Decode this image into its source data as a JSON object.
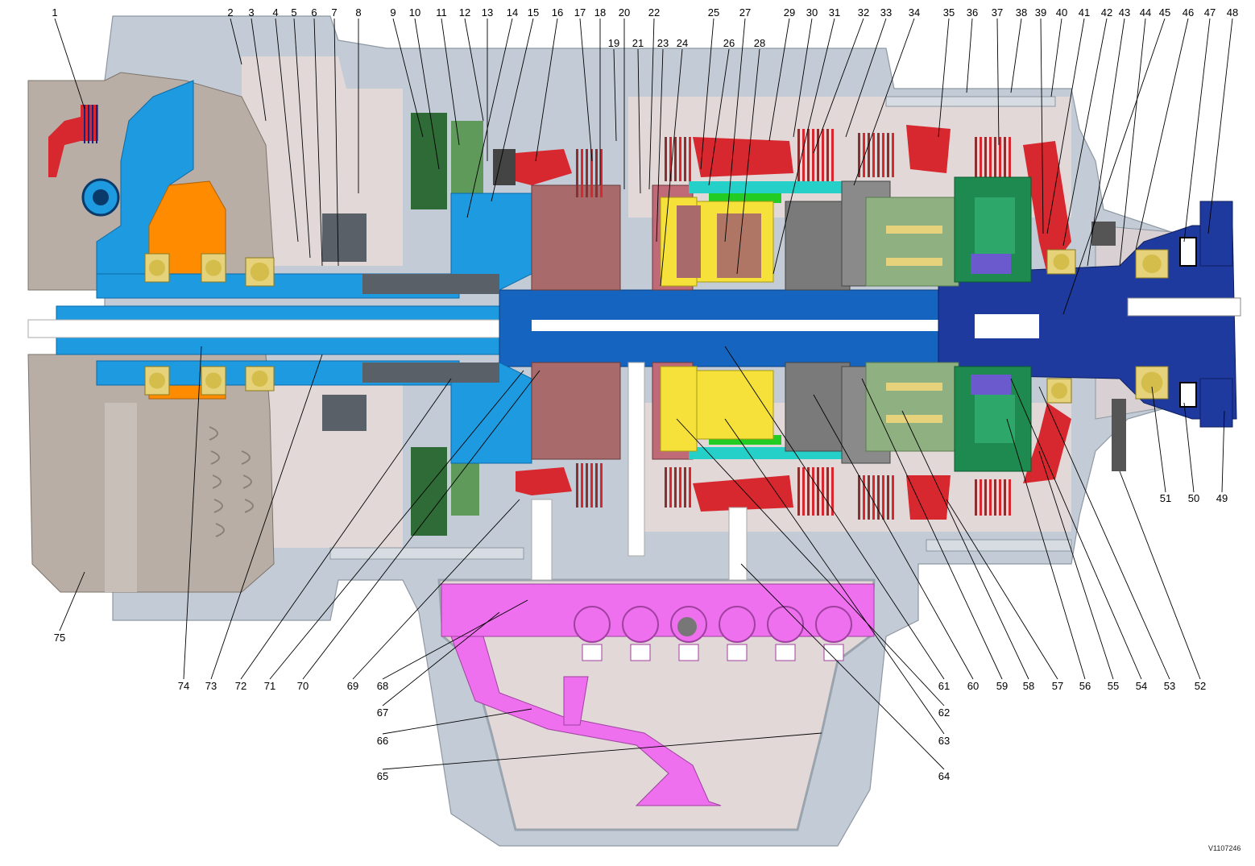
{
  "diagram": {
    "reference_code": "V1107246",
    "callouts": {
      "top": [
        "1",
        "2",
        "3",
        "4",
        "5",
        "6",
        "7",
        "8",
        "9",
        "10",
        "11",
        "12",
        "13",
        "14",
        "15",
        "16",
        "17",
        "18",
        "19",
        "20",
        "21",
        "22",
        "23",
        "24",
        "25",
        "26",
        "27",
        "28",
        "29",
        "30",
        "31",
        "32",
        "33",
        "34",
        "35",
        "36",
        "37",
        "38",
        "39",
        "40",
        "41",
        "42",
        "43",
        "44",
        "45",
        "46",
        "47",
        "48"
      ],
      "right": [
        "49",
        "50",
        "51"
      ],
      "bottom": [
        "52",
        "53",
        "54",
        "55",
        "56",
        "57",
        "58",
        "59",
        "60",
        "61",
        "62",
        "63",
        "64",
        "65",
        "66",
        "67",
        "68",
        "69",
        "70",
        "71",
        "72",
        "73",
        "74",
        "75"
      ]
    },
    "colors": {
      "housing": "#c3ccd6",
      "housing_inner": "#e2d8d8",
      "housing_dark": "#9aa4ae",
      "input_shaft_blue": "#1e9be0",
      "output_shaft_navy": "#1f3a9e",
      "main_shaft_blue": "#1565c0",
      "converter_beige": "#b8aea6",
      "stator_orange": "#ff8c00",
      "bearing_yellow": "#e6d27a",
      "clutch_red": "#d7282f",
      "drum_mauve": "#a86a6a",
      "planet_yellow": "#f5e13a",
      "carrier_green": "#8fb080",
      "ring_green": "#1f8a4f",
      "pump_darkgreen": "#2e6b36",
      "cyan_band": "#25d0c8",
      "gray_gear": "#7a7a7a",
      "purple_ring": "#6a5acd",
      "valve_body_magenta": "#ee70ee",
      "bright_green": "#22cc22"
    }
  }
}
